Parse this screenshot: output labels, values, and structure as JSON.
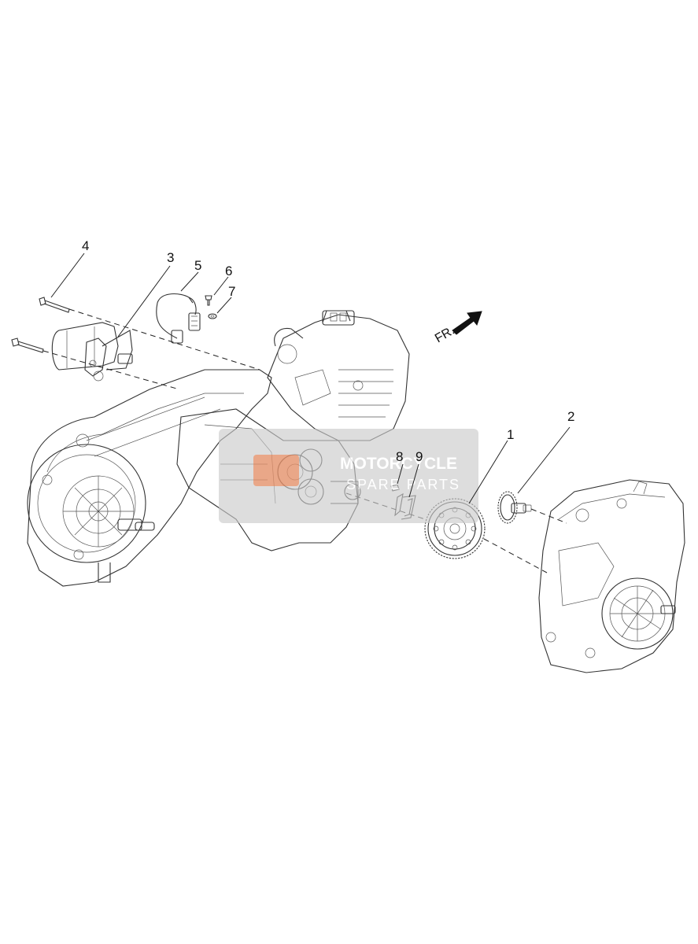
{
  "diagram": {
    "callouts": [
      {
        "id": "1",
        "label": "1"
      },
      {
        "id": "2",
        "label": "2"
      },
      {
        "id": "3",
        "label": "3"
      },
      {
        "id": "4",
        "label": "4"
      },
      {
        "id": "5",
        "label": "5"
      },
      {
        "id": "6",
        "label": "6"
      },
      {
        "id": "7",
        "label": "7"
      },
      {
        "id": "8",
        "label": "8"
      },
      {
        "id": "9",
        "label": "9"
      }
    ],
    "direction_label": "FR.",
    "watermark": {
      "line1": "MOTORCYCLE",
      "line2": "SPARE PARTS",
      "color": "#c9c9c9",
      "accent": "#e8875a"
    },
    "colors": {
      "line": "#333333",
      "background": "#ffffff"
    }
  }
}
